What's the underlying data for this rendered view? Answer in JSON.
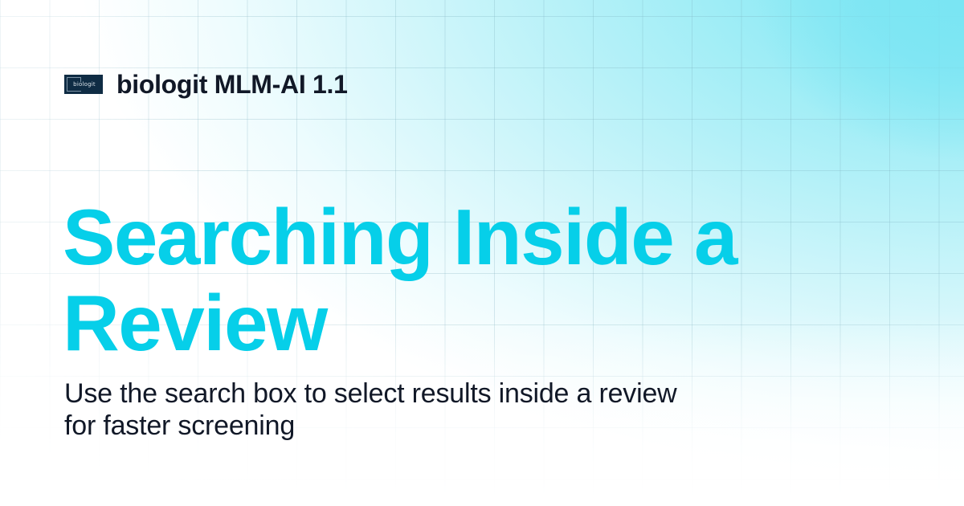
{
  "brand": {
    "logo_text": "biologit",
    "logo_icon": "biologit-logo-icon",
    "name": "biologit MLM-AI 1.1"
  },
  "headline": {
    "text": "Searching Inside a Review"
  },
  "subtitle": {
    "text": "Use the search box to select results inside a review for faster screening"
  },
  "colors": {
    "headline": "#06cfe9",
    "body_text": "#111827",
    "logo_background": "#0f2c44",
    "gradient_accent": "#74e4f2",
    "background": "#ffffff"
  }
}
